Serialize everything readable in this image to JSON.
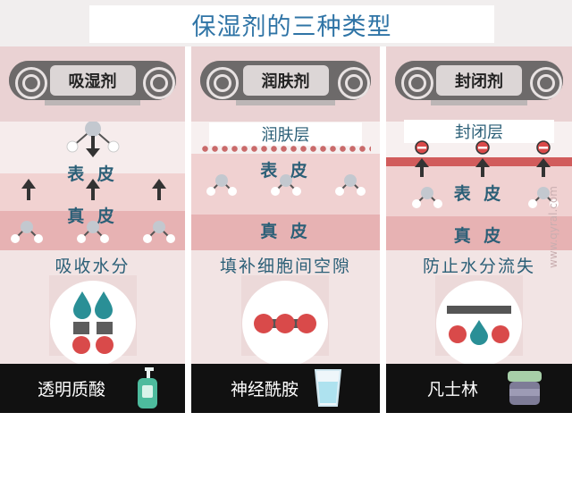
{
  "title": "保湿剂的三种类型",
  "columns": [
    {
      "type": "吸湿剂",
      "layers": [
        "表 皮",
        "真 皮"
      ],
      "benefit": "吸收水分",
      "example": "透明质酸",
      "example_icon": "pump-bottle-icon"
    },
    {
      "type": "润肤剂",
      "film": "润肤层",
      "layers": [
        "表 皮",
        "真 皮"
      ],
      "benefit": "填补细胞间空隙",
      "example": "神经酰胺",
      "example_icon": "cup-icon"
    },
    {
      "type": "封闭剂",
      "film": "封闭层",
      "layers": [
        "表 皮",
        "真 皮"
      ],
      "benefit": "防止水分流失",
      "example": "凡士林",
      "example_icon": "jar-icon"
    }
  ],
  "watermark": "www.qyral.com",
  "colors": {
    "title": "#2f74a6",
    "label": "#2b5f77",
    "water_drop": "#2a8f96",
    "lipid": "#d94a4a",
    "seal": "#d15c5c",
    "roller": "#6d6a6a"
  }
}
